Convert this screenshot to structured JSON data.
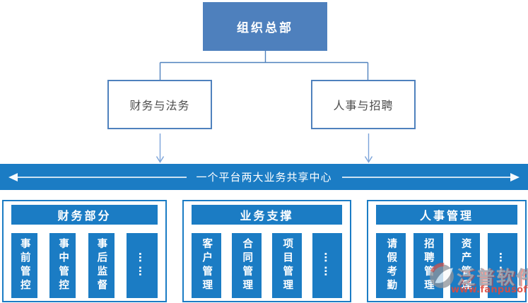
{
  "colors": {
    "root_node_blue": "#4e80bd",
    "branch_border_blue": "#4f81bd",
    "branch_text": "#4d4d4d",
    "strong_blue": "#1b7cc4",
    "down_arrow_blue": "#7ba3d9",
    "band_arrow_white": "#f6fafd",
    "watermark_red": "#df4a3e",
    "watermark_gray": "#a2a5ad"
  },
  "root": {
    "label": "组织总部"
  },
  "branches": [
    {
      "label": "财务与法务"
    },
    {
      "label": "人事与招聘"
    }
  ],
  "band": {
    "label": "一个平台两大业务共享中心"
  },
  "sections": [
    {
      "title": "财务部分",
      "columns": [
        "事前管控",
        "事中管控",
        "事后监督",
        "……"
      ]
    },
    {
      "title": "业务支撑",
      "columns": [
        "客户管理",
        "合同管理",
        "项目管理",
        "……"
      ]
    },
    {
      "title": "人事管理",
      "columns": [
        "请假考勤",
        "招聘管理",
        "资产管理",
        "……"
      ]
    }
  ],
  "watermark": {
    "brand": "泛普软件",
    "url": "www.fanpusoft.com",
    "logo_icon": "fanpu-logo-icon"
  }
}
